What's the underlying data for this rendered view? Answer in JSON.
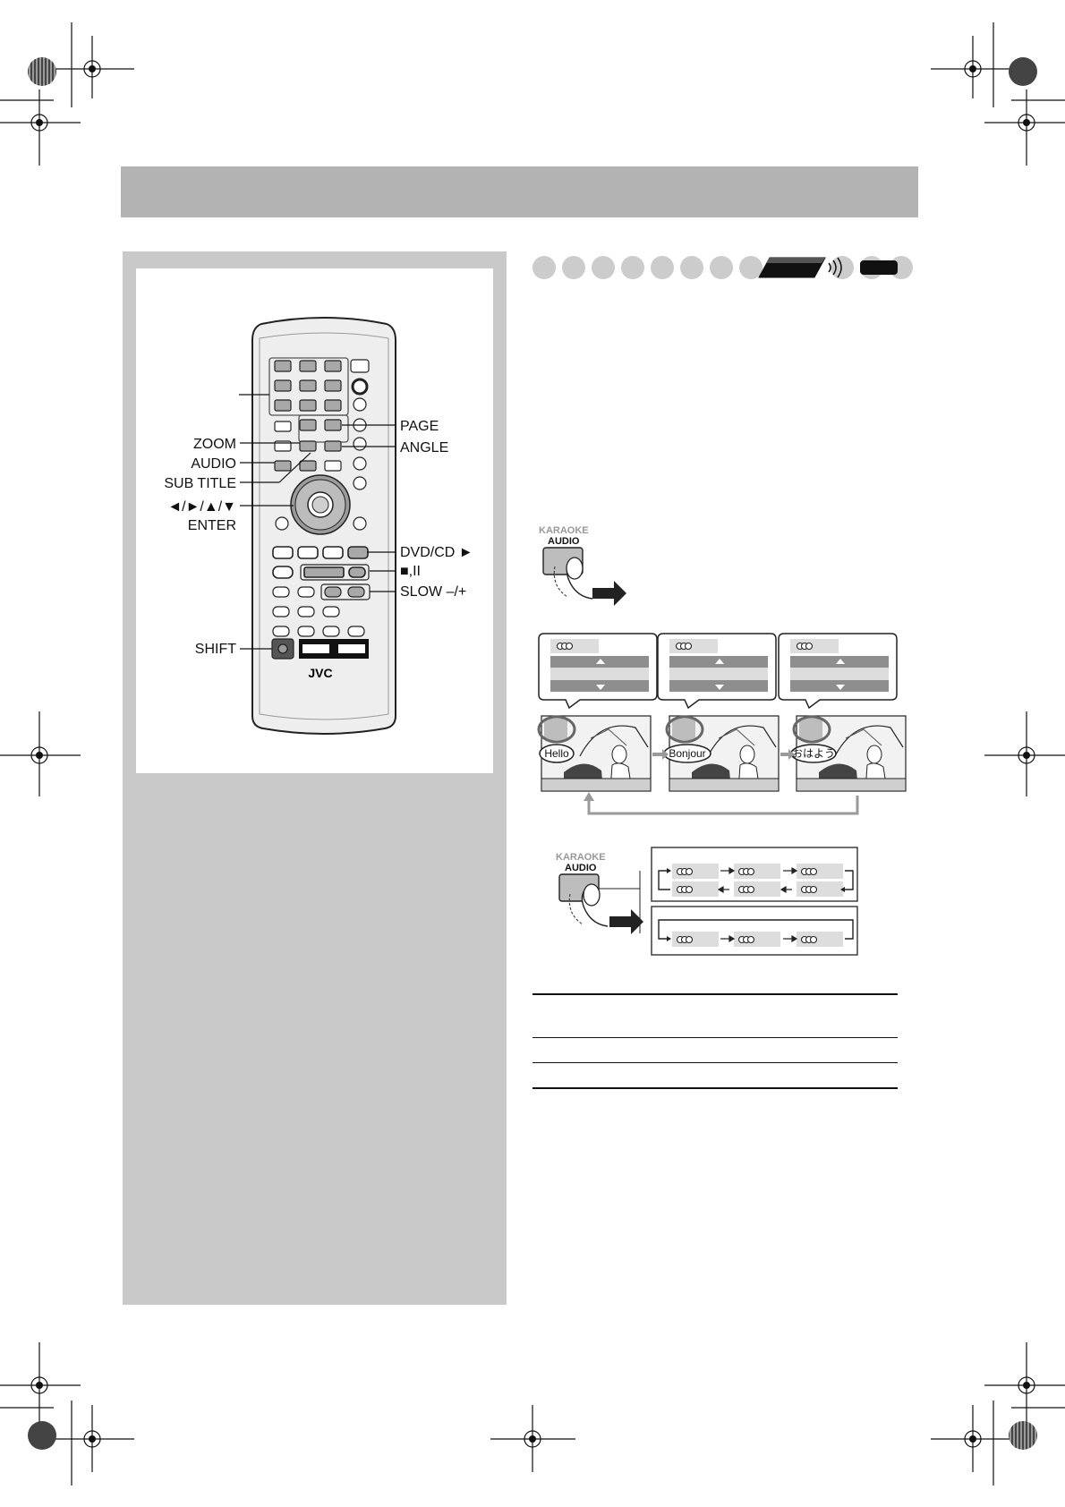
{
  "remote": {
    "brand": "JVC",
    "labels": {
      "page": "PAGE",
      "angle": "ANGLE",
      "zoom": "ZOOM",
      "audio": "AUDIO",
      "subtitle": "SUB TITLE",
      "cursor": "◄/►/▲/▼",
      "enter": "ENTER",
      "dvd_cd": "DVD/CD ►",
      "stop_pause": "■,II",
      "slow": "SLOW –/+",
      "shift": "SHIFT"
    }
  },
  "karaoke_button": {
    "top_label": "KARAOKE",
    "bottom_label": "AUDIO"
  },
  "subtitle_examples": [
    {
      "speech": "Hello"
    },
    {
      "speech": "Bonjour"
    },
    {
      "speech": "おはよう"
    }
  ],
  "colors": {
    "header_band": "#b3b3b3",
    "panel": "#c9c9c9",
    "ink": "#111111"
  }
}
